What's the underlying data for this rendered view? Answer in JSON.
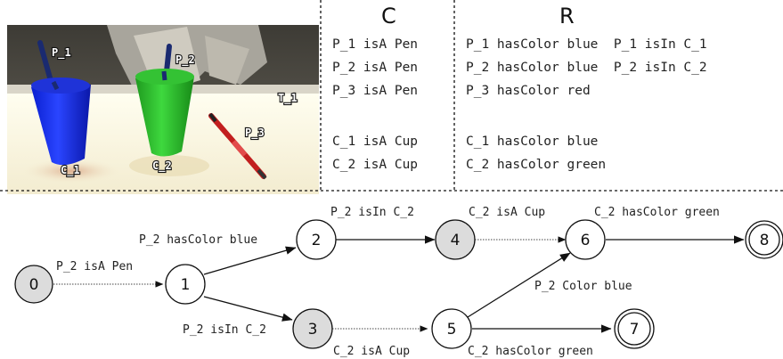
{
  "scene": {
    "labels": [
      "P_1",
      "P_2",
      "P_3",
      "T_1",
      "C_1",
      "C_2"
    ]
  },
  "table": {
    "col_c_header": "C",
    "col_r_header": "R",
    "c_facts": [
      "P_1 isA Pen",
      "P_2 isA Pen",
      "P_3 isA Pen",
      "",
      "C_1 isA Cup",
      "C_2 isA Cup"
    ],
    "r_facts": [
      "P_1 hasColor blue  P_1 isIn C_1",
      "P_2 hasColor blue  P_2 isIn C_2",
      "P_3 hasColor red",
      "",
      "C_1 hasColor blue",
      "C_2 hasColor green"
    ]
  },
  "graph": {
    "nodes": [
      {
        "id": "0",
        "label": "0",
        "shaded": true,
        "final": false
      },
      {
        "id": "1",
        "label": "1",
        "shaded": false,
        "final": false
      },
      {
        "id": "2",
        "label": "2",
        "shaded": false,
        "final": false
      },
      {
        "id": "3",
        "label": "3",
        "shaded": true,
        "final": false
      },
      {
        "id": "4",
        "label": "4",
        "shaded": true,
        "final": false
      },
      {
        "id": "5",
        "label": "5",
        "shaded": false,
        "final": false
      },
      {
        "id": "6",
        "label": "6",
        "shaded": false,
        "final": false
      },
      {
        "id": "7",
        "label": "7",
        "shaded": false,
        "final": true
      },
      {
        "id": "8",
        "label": "8",
        "shaded": false,
        "final": true
      }
    ],
    "edges": [
      {
        "from": "0",
        "to": "1",
        "label": "P_2 isA Pen",
        "dotted": true
      },
      {
        "from": "1",
        "to": "2",
        "label": "P_2 hasColor blue",
        "dotted": false
      },
      {
        "from": "1",
        "to": "3",
        "label": "P_2 isIn C_2",
        "dotted": false
      },
      {
        "from": "2",
        "to": "4",
        "label": "P_2 isIn C_2",
        "dotted": false
      },
      {
        "from": "4",
        "to": "6",
        "label": "C_2 isA Cup",
        "dotted": true
      },
      {
        "from": "3",
        "to": "5",
        "label": "C_2 isA Cup",
        "dotted": true
      },
      {
        "from": "5",
        "to": "6",
        "label": "P_2 Color blue",
        "dotted": false
      },
      {
        "from": "5",
        "to": "7",
        "label": "C_2 hasColor green",
        "dotted": false
      },
      {
        "from": "6",
        "to": "8",
        "label": "C_2 hasColor green",
        "dotted": false
      }
    ]
  }
}
